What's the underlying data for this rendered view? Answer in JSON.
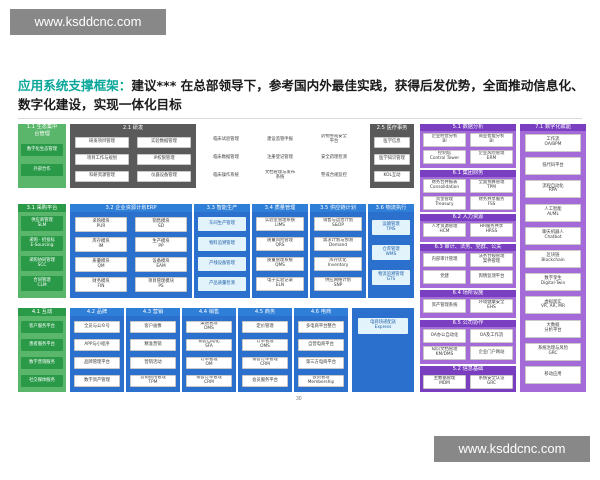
{
  "watermark": "www.ksddcnc.com",
  "title": {
    "prefix": "应用系统支撑框架：",
    "line": "建议*** 在总部领导下，参考国内外最佳实践，获得后发优势，全面推动信息化、数字化建设，实现一体化目标"
  },
  "page_number": "30",
  "row1": {
    "b11": {
      "header": "1.1 生态集中\n台管理",
      "cells": [
        "数字化生态管理",
        "外部合作"
      ]
    },
    "b21": {
      "header": "2.1 研发",
      "cells": [
        "研发项目管理",
        "实验数据管理",
        "项目工作与规划",
        "IP权限管理",
        "科研资源管理",
        "仪器设备管理"
      ]
    },
    "middle": [
      "临床试验管理",
      "建设监管申报",
      "药物警戒安全\n平台",
      "临床数据管理",
      "注册登记管理",
      "安全药理检测",
      "临床操作系统",
      "文档管理与发布\n系统",
      "警戒合规监控"
    ],
    "b25": {
      "header": "2.5 医疗事务",
      "cells": [
        "医学信息",
        "医学知识管理",
        "KOL互动"
      ]
    }
  },
  "row2": {
    "b31": {
      "header": "3.1 采购平台",
      "cells": [
        "供应商管理\nSLM",
        "采购 · 招投标\nE-Sourcing",
        "采购协同管理\nSCC",
        "合同管理\nCLM"
      ]
    },
    "b32": {
      "header": "3.2 企业资源计划ERP",
      "cells": [
        "采购模块\nPUR",
        "销售模块\nSD",
        "库存模块\nIM",
        "生产模块\nPP",
        "质量模块\nQM",
        "设备模块\nEAM",
        "财务模块\nFIN",
        "项目管理模块\nPS"
      ]
    },
    "b33": {
      "header": "3.3 智能生产",
      "cells": [
        "车间生产管理",
        "物料追溯管理",
        "产线设备管理",
        "产品质量检测"
      ]
    },
    "b34": {
      "header": "3.4 质量管理",
      "cells": [
        "实验室管理系统\nLIMS",
        "质量风险管理\nQRS",
        "质量管理系统\nQMS",
        "电子实验记录\nELN"
      ]
    },
    "b35": {
      "header": "3.5 供应链计划",
      "cells": [
        "销售与运营计划\nS&OP",
        "需求计划与预测\nDemand",
        "库存优化\nInventory",
        "供应网络计划\nSNP"
      ]
    },
    "b36": {
      "header": "3.6 物流执行",
      "cells": [
        "运输管理\nTMS",
        "仓库管理\nWMS",
        "物流追溯管理\nGTS"
      ]
    }
  },
  "row3": {
    "b41": {
      "header": "4.1 互动",
      "cells": [
        "客户服务平台",
        "患者服务平台",
        "数字营销服务",
        "社交媒体服务"
      ]
    },
    "b42": {
      "header": "4.2 品牌",
      "cells": [
        "全员与公众号",
        "APP与小程序",
        "品牌管理平台",
        "数字资产管理"
      ]
    },
    "b43": {
      "header": "4.3 营销",
      "cells": [
        "客户画像",
        "精准营销",
        "营销活动",
        "营销费用管理\nTPM"
      ]
    },
    "b44": {
      "header": "4.4 销售",
      "cells": [
        "渠道管理\nDMS",
        "销售自动化\nSFA",
        "订单管理\nOM",
        "销售订单管理\nCRM"
      ]
    },
    "b45": {
      "header": "4.5 商务",
      "cells": [
        "定价管理",
        "订单管理\nOMS",
        "销售订单管理\nCRM",
        "会员服务平台"
      ]
    },
    "b46": {
      "header": "4.6 电商",
      "cells": [
        "多电商平台整合",
        "自营电商平台",
        "第三方电商平台",
        "会员管理\nMembership"
      ]
    },
    "express": "电商快递配送\nExpress"
  },
  "right": {
    "b51": {
      "header": "5.1 数据分析",
      "cells": [
        "企业经营分析\nBI",
        "商业智能分析\nBI",
        "控制塔\nControl Tower",
        "企业风险管理\nERM"
      ]
    },
    "b61": {
      "header": "6.1 集团财务",
      "cells": [
        "财务合并报表\nConsolidation",
        "全面预算管理\nTPM",
        "资金管理\nTreasury",
        "财务共享服务\nFSS"
      ]
    },
    "b62": {
      "header": "6.2 人力资源",
      "cells": [
        "人才资源管理\nHCM",
        "HR服务共享\nHRSS"
      ]
    },
    "b63": {
      "header": "6.3 审计、法务、党群、公关",
      "cells": [
        "内部审计管理",
        "法务合规管理\n案件管理",
        "党建",
        "舆情监测平台"
      ]
    },
    "b64": {
      "header": "6.4 场所设施",
      "cells": [
        "资产管理系统",
        "环境健康安全\nEHS"
      ]
    },
    "b65": {
      "header": "6.5 公司协作",
      "cells": [
        "OA办公自动化",
        "OA及工作流",
        "知识文档管理\nKM/DMS",
        "企业门户网站"
      ]
    },
    "b52": {
      "header": "5.2 信息基础",
      "cells": [
        "主数据管理\nMDM",
        "系统安全认证\nGRC"
      ]
    },
    "b71": {
      "header": "7.1 数字化赋能",
      "cells": [
        "工作流\nOA/BPM",
        "低代码平台",
        "流程自动化\nRPA",
        "人工智能\nAI/ML",
        "聊天机器人\nChatbot",
        "区块链\nBlockchain",
        "数字孪生\nDigital-Twin",
        "虚拟现实\nVR, AR, MR",
        "大数据\n分析平台",
        "系统治理与风险\nGRC",
        "移动应用"
      ]
    }
  },
  "colors": {
    "green_header": "#2a9a48",
    "green_bg": "#5ab66a",
    "blue_header": "#2f7fd8",
    "blue_bg": "#2b70cc",
    "purple_header": "#7a3fc1",
    "purple_bg": "#a46bd8",
    "gray_bg": "#5a5a5a",
    "teal_title": "#0aa79a"
  }
}
